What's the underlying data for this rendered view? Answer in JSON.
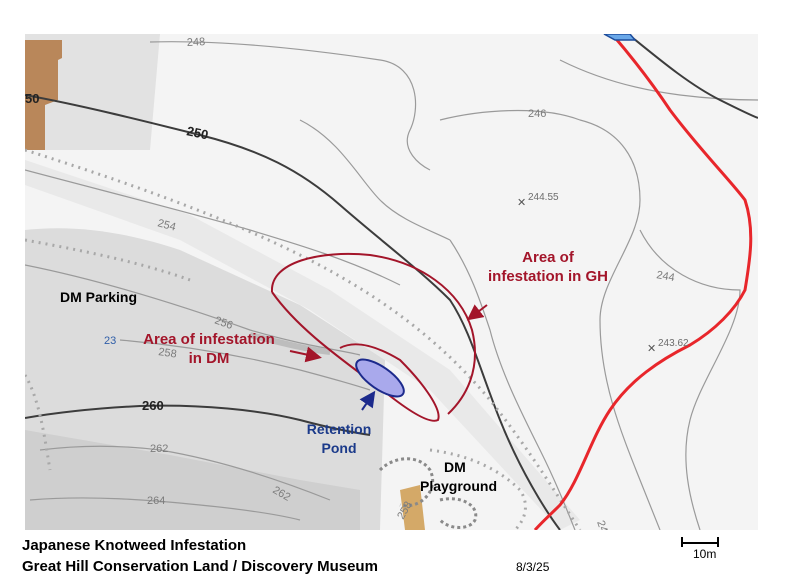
{
  "map": {
    "labels": {
      "parking": "DM Parking",
      "infestation_dm": [
        "Area of infestation",
        "in DM"
      ],
      "infestation_gh": [
        "Area of",
        "infestation in GH"
      ],
      "retention_pond": [
        "Retention",
        "Pond"
      ],
      "playground": [
        "DM",
        "Playground"
      ],
      "route_number": "23"
    },
    "contours": {
      "c248": "248",
      "c250_top": "50",
      "c250": "250",
      "c246": "246",
      "c254": "254",
      "c244": "244",
      "c256": "256",
      "c258": "258",
      "c260": "260",
      "c262a": "262",
      "c262b": "262",
      "c264": "264",
      "c258_play": "258",
      "c24_edge": "24"
    },
    "spot_heights": {
      "s1": "244.55",
      "s2": "243.62"
    },
    "colors": {
      "infestation": "#a3152a",
      "pond_fill": "#a9a9ec",
      "pond_stroke": "#1c2a8c",
      "pond_label": "#1b3a8a",
      "trail": "#e8262b",
      "building": "#b9875a"
    }
  },
  "footer": {
    "title": "Japanese Knotweed Infestation",
    "subtitle": "Great Hill Conservation Land / Discovery Museum",
    "date": "8/3/25",
    "scale": "10m"
  }
}
